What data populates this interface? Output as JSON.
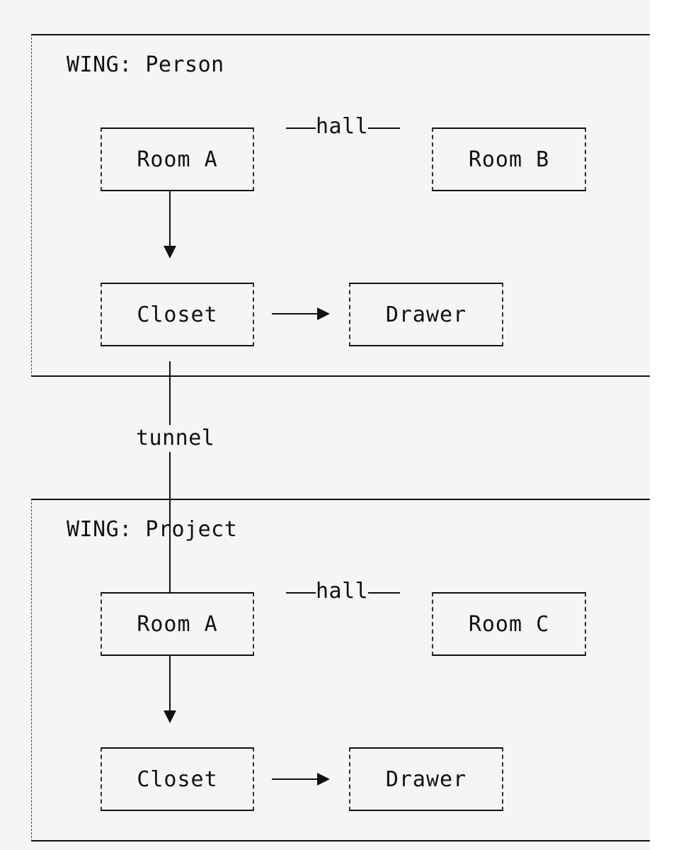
{
  "wings": [
    {
      "title": "WING: Person",
      "rooms": {
        "room_a": "Room A",
        "room_b": "Room B",
        "closet": "Closet",
        "drawer": "Drawer"
      },
      "hall_label": "hall"
    },
    {
      "title": "WING: Project",
      "rooms": {
        "room_a": "Room A",
        "room_c": "Room C",
        "closet": "Closet",
        "drawer": "Drawer"
      },
      "hall_label": "hall"
    }
  ],
  "tunnel_label": "tunnel",
  "colors": {
    "background": "#f5f5f7",
    "ink": "#111111"
  }
}
